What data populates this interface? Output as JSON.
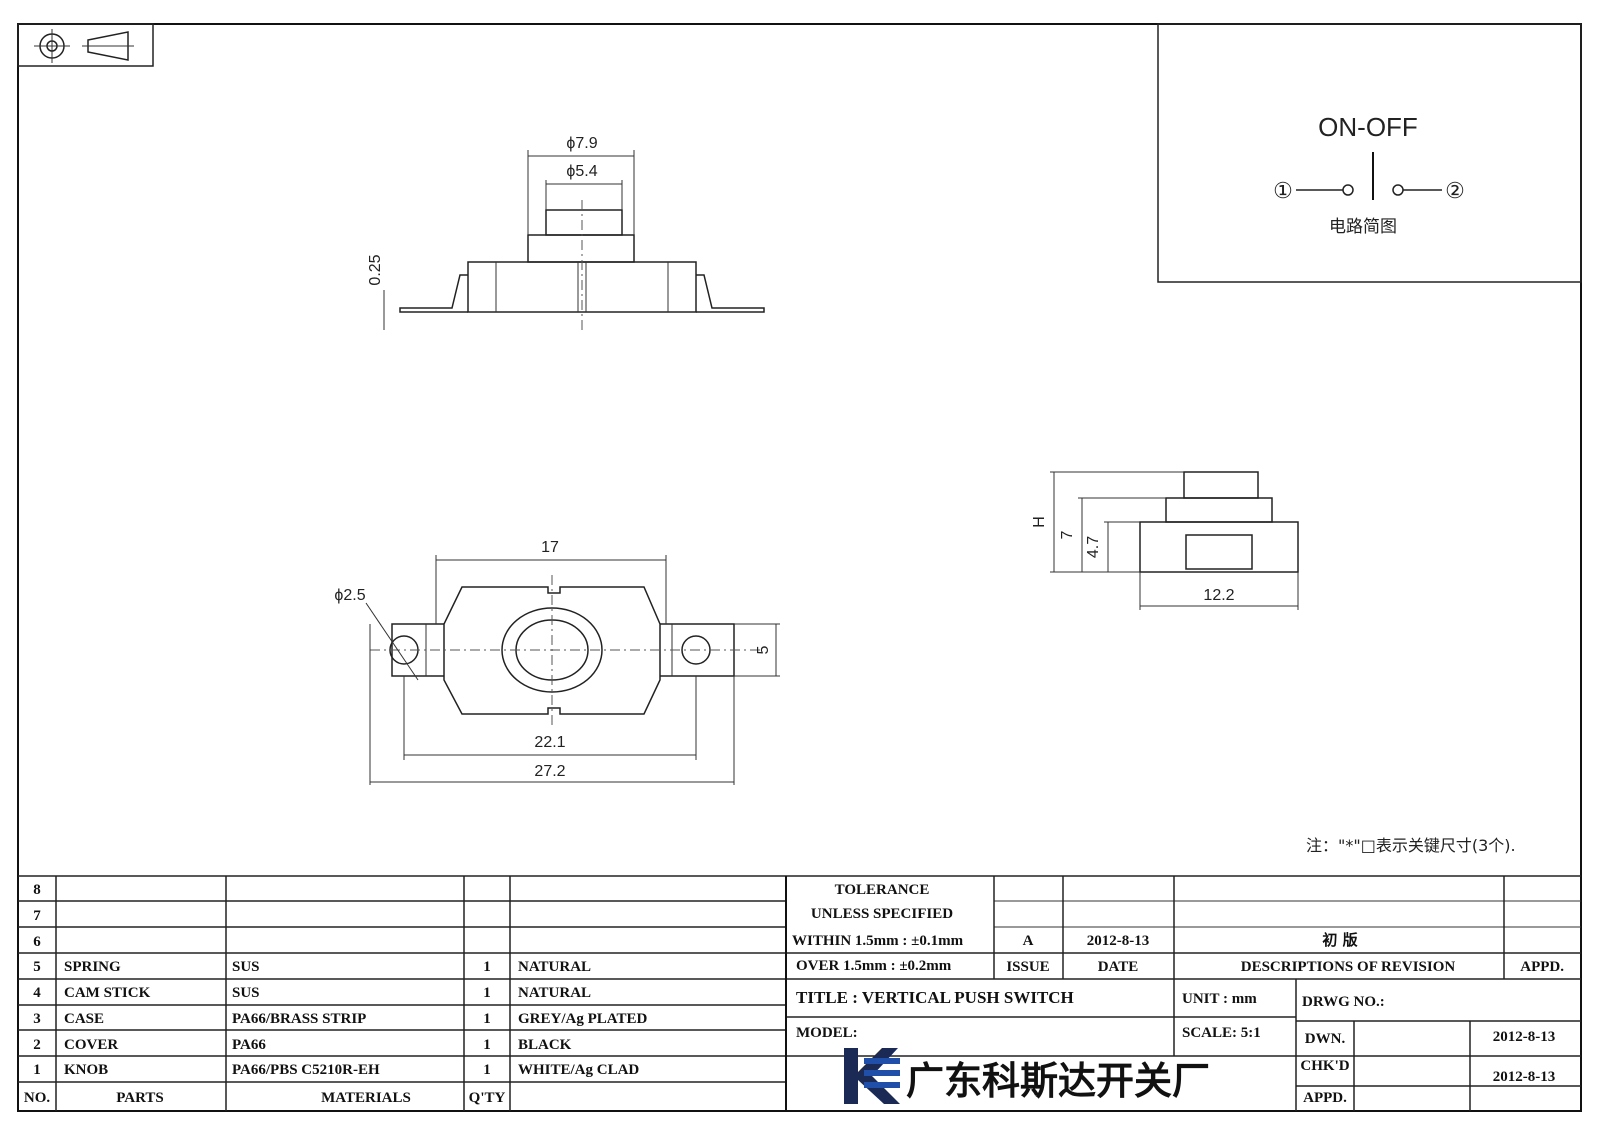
{
  "circuit": {
    "label": "ON-OFF",
    "pin1": "①",
    "pin2": "②",
    "caption": "电路简图"
  },
  "dims": {
    "d79": "ϕ7.9",
    "d54": "ϕ5.4",
    "h025": "0.25",
    "d25": "ϕ2.5",
    "w17": "17",
    "w221": "22.1",
    "w272": "27.2",
    "h5": "5",
    "hH": "H",
    "h7": "7",
    "h47": "4.7",
    "w122": "12.2"
  },
  "note": "注：\"*\"□表示关键尺寸(3个).",
  "bom": {
    "rows": [
      {
        "no": "8",
        "part": "",
        "material": "",
        "qty": "",
        "finish": ""
      },
      {
        "no": "7",
        "part": "",
        "material": "",
        "qty": "",
        "finish": ""
      },
      {
        "no": "6",
        "part": "",
        "material": "",
        "qty": "",
        "finish": ""
      },
      {
        "no": "5",
        "part": "SPRING",
        "material": "SUS",
        "qty": "1",
        "finish": "NATURAL"
      },
      {
        "no": "4",
        "part": "CAM STICK",
        "material": "SUS",
        "qty": "1",
        "finish": "NATURAL"
      },
      {
        "no": "3",
        "part": "CASE",
        "material": "PA66/BRASS STRIP",
        "qty": "1",
        "finish": "GREY/Ag PLATED"
      },
      {
        "no": "2",
        "part": "COVER",
        "material": "PA66",
        "qty": "1",
        "finish": "BLACK"
      },
      {
        "no": "1",
        "part": "KNOB",
        "material": "PA66/PBS C5210R-EH",
        "qty": "1",
        "finish": "WHITE/Ag CLAD"
      }
    ],
    "headers": {
      "no": "NO.",
      "parts": "PARTS",
      "materials": "MATERIALS",
      "qty": "Q'TY"
    }
  },
  "tolerance": {
    "line1": "TOLERANCE",
    "line2": "UNLESS  SPECIFIED",
    "line3": "WITHIN 1.5mm : ±0.1mm",
    "line4": "OVER 1.5mm : ±0.2mm"
  },
  "revision": {
    "issue": "A",
    "date": "2012-8-13",
    "description": "初  版",
    "issue_label": "ISSUE",
    "date_label": "DATE",
    "desc_label": "DESCRIPTIONS OF REVISION",
    "appd_label": "APPD."
  },
  "title_block": {
    "title": "TITLE :  VERTICAL PUSH SWITCH",
    "unit": "UNIT :  mm",
    "drwg": "DRWG NO.:",
    "model": "MODEL:",
    "scale": "SCALE:  5:1",
    "dwn_label": "DWN.",
    "dwn_date": "2012-8-13",
    "chkd_label": "CHK'D",
    "chkd_date": "2012-8-13",
    "appd_label": "APPD.",
    "company": "广东科斯达开关厂"
  },
  "colors": {
    "logo_blue": "#1f4fa8",
    "logo_dark": "#1a2a55"
  }
}
